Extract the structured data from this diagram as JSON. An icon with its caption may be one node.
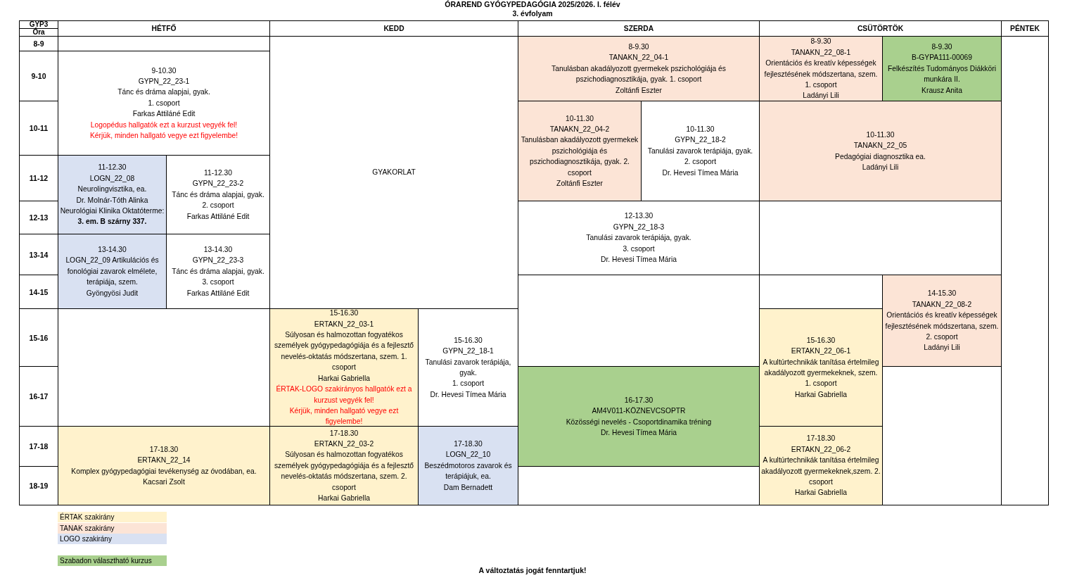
{
  "diagram": {
    "title": "ÓRAREND GYÓGYPEDAGÓGIA 2025/2026. I. félév",
    "caption": "A változtatás jogát fenntartjuk!",
    "nodes": [
      {
        "text": [
          "GYAKORLAT"
        ]
      },
      {
        "text": [
          "8-9.30",
          "TANAKN_22_04-1",
          "Tanulásban akadályozott gyermekek pszichológiája és pszichodiagnosztikája, gyak. 1. csoport",
          "Zoltánfi Eszter"
        ]
      },
      {
        "text": [
          "8-9.30",
          "TANAKN_22_08-1",
          "Orientációs és kreatív képességek fejlesztésének módszertana, szem.",
          "1. csoport",
          "Ladányi Lili"
        ]
      },
      {
        "text": [
          "8-9.30",
          "B-GYPA111-00069",
          "Felkészítés Tudományos Diákköri munkára II.",
          "Krausz Anita"
        ]
      },
      {
        "text": [
          "9-10.30",
          "GYPN_22_23-1",
          "Tánc és dráma alapjai, gyak.",
          "1. csoport",
          "Farkas Attiláné Edit",
          "Logopédus hallgatók ezt a kurzust vegyék fel!",
          "Kérjük, minden hallgató vegye ezt figyelembe!"
        ]
      },
      {
        "text": [
          "10-11.30",
          "TANAKN_22_04-2",
          "Tanulásban akadályozott gyermekek pszichológiája és pszichodiagnosztikája, gyak. 2. csoport",
          "Zoltánfi Eszter"
        ]
      },
      {
        "text": [
          "10-11.30",
          "GYPN_22_18-2",
          "Tanulási zavarok terápiája, gyak.",
          "2. csoport",
          "Dr. Hevesi Tímea Mária"
        ]
      },
      {
        "text": [
          "10-11.30",
          "TANAKN_22_05",
          "Pedagógiai diagnosztika ea.",
          "Ladányi Lili"
        ]
      },
      {
        "text": [
          "11-12.30",
          "LOGN_22_08",
          "Neurolingvisztika, ea.",
          "Dr. Molnár-Tóth Alinka",
          "Neurológiai Klinika Oktatóterme:",
          "3. em. B szárny 337."
        ]
      },
      {
        "text": [
          "11-12.30",
          "GYPN_22_23-2",
          "Tánc és dráma alapjai, gyak.",
          "2. csoport",
          "Farkas Attiláné Edit"
        ]
      },
      {
        "text": [
          "12-13.30",
          "GYPN_22_18-3",
          "Tanulási zavarok terápiája, gyak.",
          "3. csoport",
          "Dr. Hevesi Tímea Mária"
        ]
      },
      {
        "text": [
          "13-14.30",
          "LOGN_22_09 Artikulációs és fonológiai zavarok elmélete, terápiája, szem.",
          "Gyöngyösi Judit"
        ]
      },
      {
        "text": [
          "13-14.30",
          "GYPN_22_23-3",
          "Tánc és dráma alapjai, gyak.",
          "3. csoport",
          "Farkas Attiláné Edit"
        ]
      },
      {
        "text": [
          "14-15.30",
          "TANAKN_22_08-2",
          "Orientációs és kreatív képességek fejlesztésének módszertana, szem.",
          "2. csoport",
          "Ladányi Lili"
        ]
      },
      {
        "text": [
          "15-16.30",
          "ERTAKN_22_03-1",
          "Súlyosan és halmozottan fogyatékos személyek gyógypedagógiája és a fejlesztő nevelés-oktatás módszertana, szem. 1. csoport",
          "Harkai Gabriella",
          "ÉRTAK-LOGO szakirányos hallgatók ezt a kurzust vegyék fel!",
          "Kérjük, minden hallgató vegye ezt figyelembe!"
        ]
      },
      {
        "text": [
          "15-16.30",
          "GYPN_22_18-1",
          "Tanulási zavarok terápiája, gyak.",
          "1. csoport",
          "Dr. Hevesi Tímea Mária"
        ]
      },
      {
        "text": [
          "15-16.30",
          "ERTAKN_22_06-1",
          "A kultúrtechnikák tanítása értelmileg akadályozott gyermekeknek, szem. 1. csoport",
          "Harkai Gabriella"
        ]
      },
      {
        "text": [
          "16-17.30",
          "AM4V011-KÖZNEVCSOPTR",
          "Közösségi nevelés - Csoportdinamika tréning",
          "Dr. Hevesi Tímea Mária"
        ]
      },
      {
        "text": [
          "17-18.30",
          "ERTAKN_22_14",
          "Komplex gyógypedagógiai tevékenység az óvodában, ea.",
          "Kacsari Zsolt"
        ]
      },
      {
        "text": [
          "17-18.30",
          "ERTAKN_22_03-2",
          "Súlyosan és halmozottan fogyatékos személyek gyógypedagógiája és a fejlesztő nevelés-oktatás módszertana, szem. 2. csoport",
          "Harkai Gabriella"
        ]
      },
      {
        "text": [
          "17-18.30",
          "LOGN_22_10",
          "Beszédmotoros zavarok és terápiájuk, ea.",
          "Dam Bernadett"
        ]
      },
      {
        "text": [
          "17-18.30",
          "ERTAKN_22_06-2",
          "A kultúrtechnikák tanítása értelmileg akadályozott gyermekeknek,szem. 2. csoport",
          "Harkai Gabriella"
        ]
      },
      {
        "text": [],
        "shape": "box"
      },
      {
        "text": [],
        "shape": "box"
      },
      {
        "text": [],
        "shape": "box"
      },
      {
        "text": [],
        "shape": "box"
      },
      {
        "text": [],
        "shape": "box"
      },
      {
        "text": [],
        "shape": "box"
      },
      {
        "text": [],
        "shape": "box"
      },
      {
        "text": [],
        "shape": "box"
      },
      {
        "text": [
          "HÉTFŐ"
        ]
      },
      {
        "text": [
          "KEDD"
        ]
      },
      {
        "text": [
          "SZERDA"
        ]
      },
      {
        "text": [
          "CSÜTÖRTÖK"
        ]
      },
      {
        "text": [
          "PÉNTEK"
        ]
      }
    ],
    "labels": [
      "3. évfolyam",
      "GYP3",
      "Óra",
      "8-9",
      "9-10",
      "10-11",
      "11-12",
      "12-13",
      "13-14",
      "14-15",
      "15-16",
      "16-17",
      "17-18",
      "18-19"
    ],
    "legend": [
      {
        "text": "ÉRTAK szakirány",
        "color": "#fff2cc"
      },
      {
        "text": "TANAK szakirány",
        "color": "#fce4d6"
      },
      {
        "text": "LOGO szakirány",
        "color": "#d9e1f2"
      },
      {
        "text": "Szabadon választható kurzus",
        "color": "#a9d08e"
      }
    ]
  }
}
